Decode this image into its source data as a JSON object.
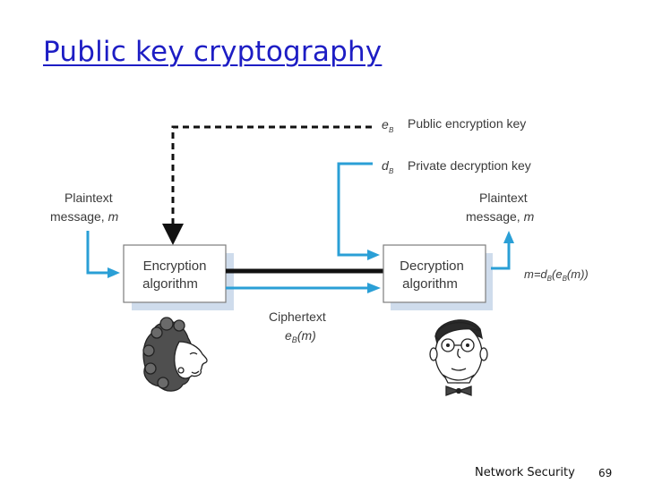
{
  "slide": {
    "title": "Public key cryptography",
    "footer": {
      "section": "Network Security",
      "page": "69"
    }
  },
  "diagram": {
    "public_key": {
      "symbol": "e",
      "subscript": "B",
      "label": "Public encryption key"
    },
    "private_key": {
      "symbol": "d",
      "subscript": "B",
      "label": "Private decryption key"
    },
    "plaintext_in": {
      "line1": "Plaintext",
      "line2": "message, ",
      "var": "m"
    },
    "plaintext_out": {
      "line1": "Plaintext",
      "line2": "message, ",
      "var": "m"
    },
    "encryption_box": {
      "line1": "Encryption",
      "line2": "algorithm"
    },
    "decryption_box": {
      "line1": "Decryption",
      "line2": "algorithm"
    },
    "ciphertext": {
      "label": "Ciphertext",
      "e": "e",
      "sub": "B",
      "arg": "(m)"
    },
    "formula": {
      "lhs": "m=d",
      "sub1": "B",
      "mid": "(e",
      "sub2": "B",
      "rhs": "(m))"
    },
    "colors": {
      "arrow": "#2a9fd6",
      "box_shadow": "#cfdcec",
      "dashed": "#111111",
      "title": "#1d1dc4"
    }
  }
}
